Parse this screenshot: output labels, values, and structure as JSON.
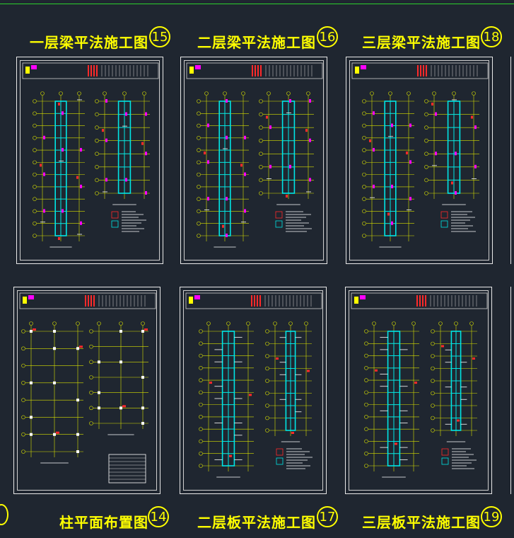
{
  "sheets": [
    {
      "title": "一层梁平法施工图",
      "number": "15"
    },
    {
      "title": "二层梁平法施工图",
      "number": "16"
    },
    {
      "title": "三层梁平法施工图",
      "number": "18"
    },
    {
      "title": "柱平面布置图",
      "number": "14"
    },
    {
      "title": "二层板平法施工图",
      "number": "17"
    },
    {
      "title": "三层板平法施工图",
      "number": "19"
    }
  ],
  "colors": {
    "background": "#1f2630",
    "title": "#ffff00",
    "grid": "#d8e000",
    "beam": "#00e5e5",
    "detail": "#ff00ff",
    "note": "#ff2a2a",
    "frame": "#e8e8e8"
  }
}
